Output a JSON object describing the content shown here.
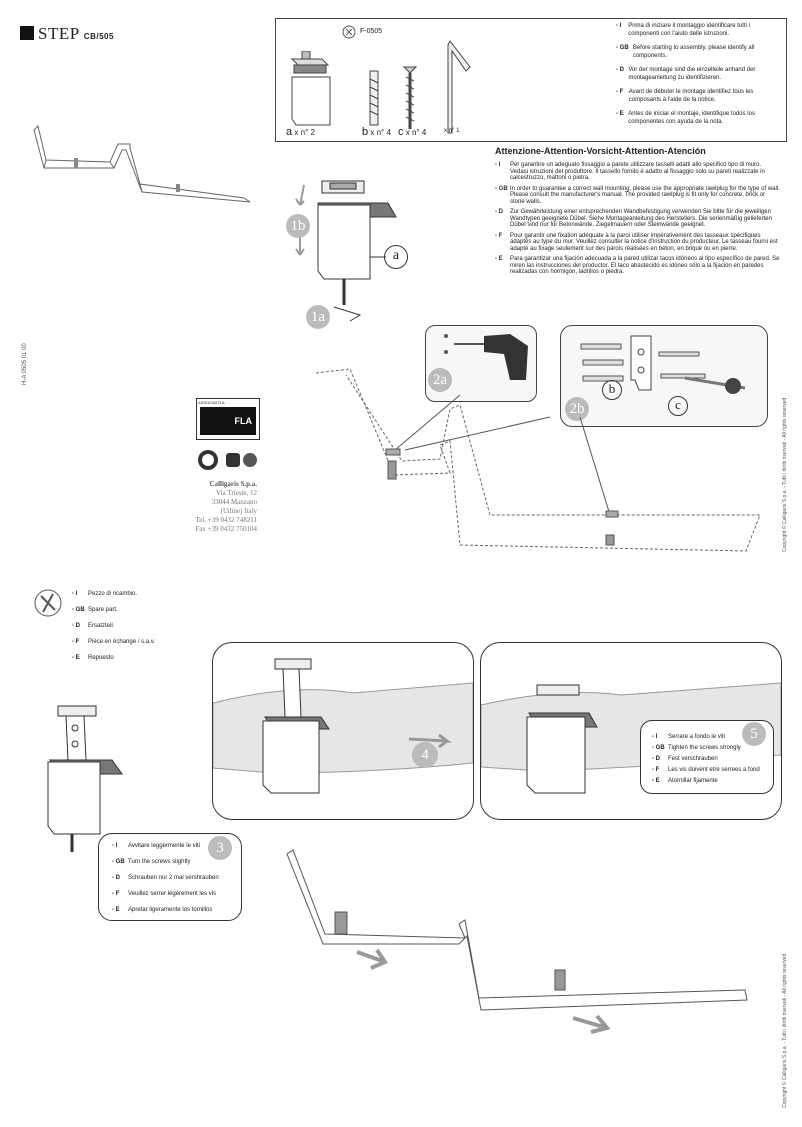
{
  "header": {
    "title": "STEP",
    "code": "CB/505"
  },
  "side_code": "H-A 0505 01 00",
  "copyright": "Copyright © Calligaris S.p.a. - Tutti i diritti riservati - All rights reserved",
  "parts": {
    "code": "F-0505",
    "items": [
      {
        "letter": "a",
        "qty": "x n° 2"
      },
      {
        "letter": "b",
        "qty": "x n° 4"
      },
      {
        "letter": "c",
        "qty": "x n° 4"
      },
      {
        "letter": "",
        "qty": "x n° 1"
      }
    ],
    "notes": [
      {
        "lang": "- I",
        "text": "Prima di iniziare il montaggio identificare tutti i componenti con l'aiuto delle istruzioni."
      },
      {
        "lang": "- GB",
        "text": "Before starting to assembly, please identify all components."
      },
      {
        "lang": "- D",
        "text": "Vor der montage  sind die einzelteile anhand der montageanleitung zu identifizieren."
      },
      {
        "lang": "- F",
        "text": "Avant de débuter le montage identifiez tous les composants à l'aide de la notice."
      },
      {
        "lang": "- E",
        "text": "Antes de iniciar el montaje, identifique todos los componentes con ayuda de la nota."
      }
    ]
  },
  "warning": {
    "heading": "Attenzione-Attention-Vorsicht-Attention-Atención",
    "rows": [
      {
        "lang": "- I",
        "text": "Per garantire un adeguato fissaggio a parete utilizzare tasselli adatti allo specifico tipo di muro. Vedasi istruzioni del produttore. Il tassello fornito è adatto al fissaggio solo su pareti realizzate in calcestruzzo, mattoni o pietra."
      },
      {
        "lang": "- GB",
        "text": "In order to guarantee a correct wall mounting, please use the appropriate rawlplug for the type of wall. Please consult the manufacturer's manual. The provided rawlplug is fit only for concrete, brick or stone walls."
      },
      {
        "lang": "- D",
        "text": "Zur Gewährleistung einer entsprechenden Wandbefestigung verwenden Sie bitte für die jeweiligen Wandtypen geeignete Dübel.  Siehe Montageanleitung des Herstellers. Die serienmäßig gelieferten Dübel sind nur für Betonwände, Ziegelmauern oder Steinwände geeignet."
      },
      {
        "lang": "- F",
        "text": "Pour garantir une fixation adéquate à la paroi utiliser impérativement des tasseaux spécifiques adaptés au type du mur. Veuillez consulter la notice d'instruction du producteur. Le tasseau fourni est adapté au fixage seulement sur des parois réalisées en béton, en brique ou en pierre."
      },
      {
        "lang": "- E",
        "text": "Para garantizar una fijación adecuada a la pared utilizar tacos idóneos al tipo específico de pared. Se miren las instrucciones del productor. El taco abastecido es idóneo sólo a la fijación en paredes realizadas con hormigón, ladrillos o piedra."
      }
    ]
  },
  "steps": {
    "s1a": "1a",
    "s1b": "1b",
    "s2a": "2a",
    "s2b": "2b",
    "s3": "3",
    "s4": "4",
    "s5": "5"
  },
  "labels": {
    "a": "a",
    "b": "b",
    "c": "c"
  },
  "company": {
    "assoc": "ASSOCIATO A",
    "fla": "FLA",
    "name": "Calligaris S.p.a.",
    "lines": [
      "Via Trieste, 12",
      "33044 Manzano",
      "(Udine) Italy",
      "Tel. +39 0432 748211",
      "Fax +39 0432 750104"
    ]
  },
  "spare": [
    {
      "lang": "- I",
      "text": "Pezzo di ricambio."
    },
    {
      "lang": "- GB",
      "text": "Spare part."
    },
    {
      "lang": "- D",
      "text": "Ersatzteil."
    },
    {
      "lang": "- F",
      "text": "Pièce en échange / s.a.v."
    },
    {
      "lang": "- E",
      "text": "Repuesto"
    }
  ],
  "step3": [
    {
      "lang": "- I",
      "text": "Avvitare leggermente le viti"
    },
    {
      "lang": "- GB",
      "text": "Turn the screws slightly"
    },
    {
      "lang": "- D",
      "text": "Schrauben nur 2 mal vershrauben"
    },
    {
      "lang": "- F",
      "text": "Veuillez serrer légèrement les vis"
    },
    {
      "lang": "- E",
      "text": "Apretar ligeramente los tornillos"
    }
  ],
  "step5": [
    {
      "lang": "- I",
      "text": "Serrare a fondo le viti"
    },
    {
      "lang": "- GB",
      "text": "Tighten the screws strongly"
    },
    {
      "lang": "- D",
      "text": "Fest verschrauben"
    },
    {
      "lang": "- F",
      "text": "Les vis doivent etre serrees a fond"
    },
    {
      "lang": "- E",
      "text": "Atornillar fijamente"
    }
  ]
}
